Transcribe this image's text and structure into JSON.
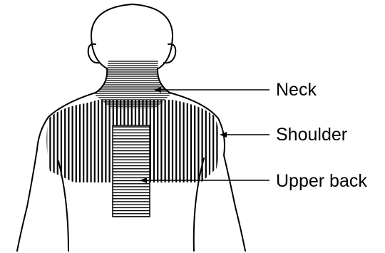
{
  "labels": {
    "neck": "Neck",
    "shoulder": "Shoulder",
    "upper_back": "Upper back"
  },
  "colors": {
    "ink": "#000000",
    "background": "#ffffff"
  }
}
